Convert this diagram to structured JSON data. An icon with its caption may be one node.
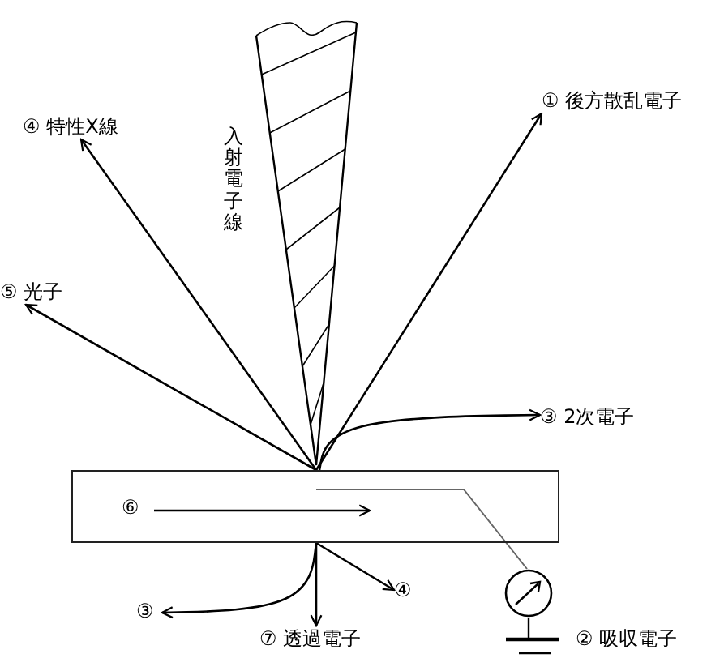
{
  "diagram": {
    "nodes": [
      {
        "text": [
          "① 後方散乱電子"
        ]
      },
      {
        "text": [
          "④ 特性X線"
        ]
      },
      {
        "text": [
          "⑤ 光子"
        ]
      },
      {
        "text": [
          "③ 2次電子"
        ]
      },
      {
        "text": [
          "⑥"
        ]
      },
      {
        "text": [
          "④"
        ]
      },
      {
        "text": [
          "③"
        ]
      },
      {
        "text": [],
        "shape": "circle",
        "beside": [
          "② 吸収電子"
        ]
      },
      {
        "text": [
          "⑦ 透過電子"
        ]
      }
    ],
    "edges": [
      {
        "from": 4,
        "to": 0,
        "arrow": "to"
      },
      {
        "from": 4,
        "to": 1,
        "arrow": "to"
      },
      {
        "from": 4,
        "to": 2,
        "arrow": "to"
      },
      {
        "from": 4,
        "to": 3,
        "arrow": "to"
      },
      {
        "from": 4,
        "to": 6,
        "arrow": "to"
      },
      {
        "from": 4,
        "to": 5,
        "arrow": "to"
      },
      {
        "from": 4,
        "to": 8,
        "arrow": "to"
      },
      {
        "from": 4,
        "to": 7,
        "arrow": "none",
        "color": "#666666"
      }
    ],
    "labels": [
      "入射電子線"
    ]
  }
}
